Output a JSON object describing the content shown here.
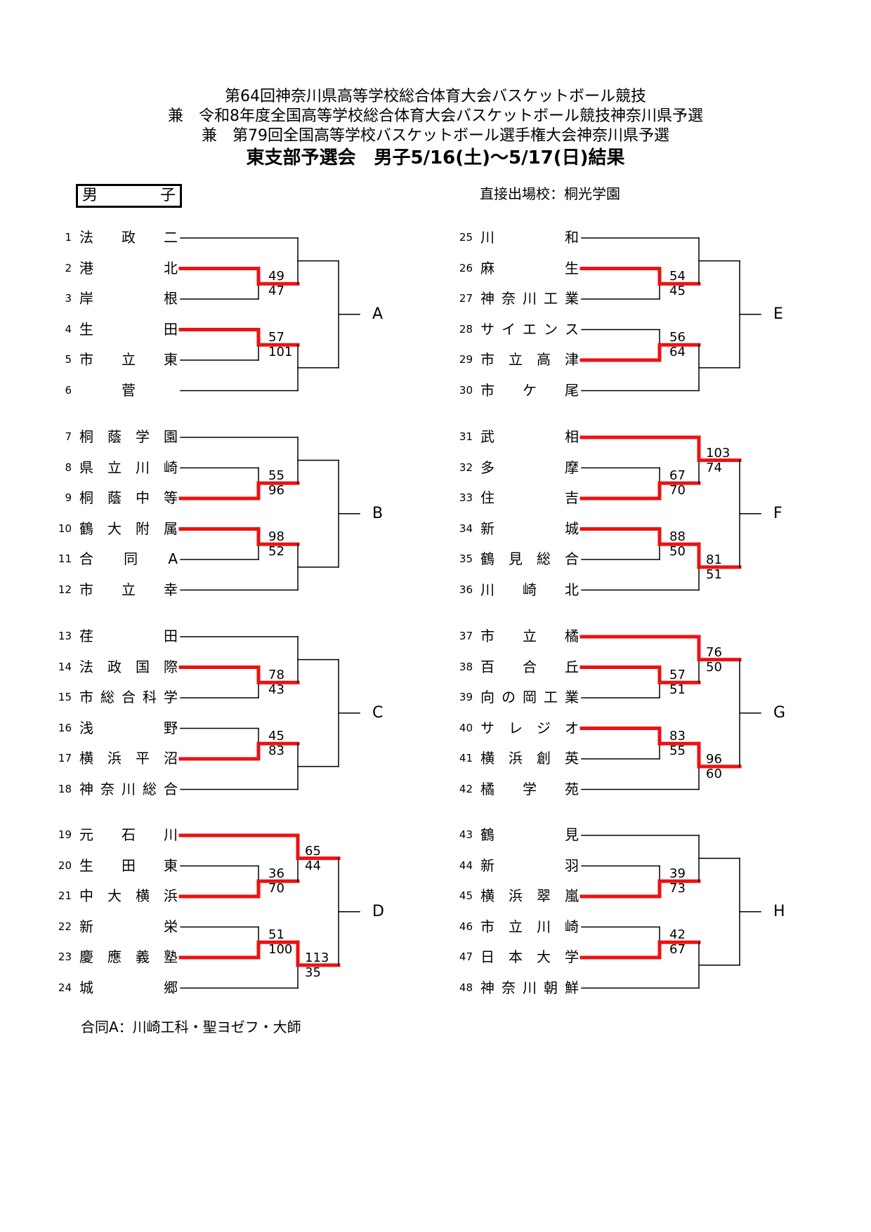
{
  "header": {
    "line1": "第64回神奈川県高等学校総合体育大会バスケットボール競技",
    "line2": "兼　令和8年度全国高等学校総合体育大会バスケットボール競技神奈川県予選",
    "line3": "兼　第79回全国高等学校バスケットボール選手権大会神奈川県予選",
    "main": "東支部予選会　男子5/16(土)～5/17(日)結果"
  },
  "gender_box": [
    "男",
    "子"
  ],
  "direct_entry": "直接出場校：桐光学園",
  "note": "合同A：川崎工科・聖ヨゼフ・大師",
  "colors": {
    "winner_line": "#ee1111",
    "line": "#000000"
  },
  "blocks": [
    {
      "label": "A",
      "teams": [
        {
          "num": "1",
          "name": "法　政　二"
        },
        {
          "num": "2",
          "name": "港　　　北"
        },
        {
          "num": "3",
          "name": "岸　　　根"
        },
        {
          "num": "4",
          "name": "生　　　田"
        },
        {
          "num": "5",
          "name": "市　立　東"
        },
        {
          "num": "6",
          "name": "菅"
        }
      ],
      "m1": [
        "49",
        "47"
      ],
      "m2": [
        "57",
        "101"
      ],
      "w1": "top",
      "w2": "top",
      "f": null,
      "fw": null
    },
    {
      "label": "B",
      "teams": [
        {
          "num": "7",
          "name": "桐蔭学園"
        },
        {
          "num": "8",
          "name": "県立川崎"
        },
        {
          "num": "9",
          "name": "桐蔭中等"
        },
        {
          "num": "10",
          "name": "鶴大附属"
        },
        {
          "num": "11",
          "name": "合　同　A"
        },
        {
          "num": "12",
          "name": "市　立　幸"
        }
      ],
      "m1": [
        "55",
        "96"
      ],
      "m2": [
        "98",
        "52"
      ],
      "w1": "bottom",
      "w2": "top",
      "f": null,
      "fw": null
    },
    {
      "label": "C",
      "teams": [
        {
          "num": "13",
          "name": "荏　　　田"
        },
        {
          "num": "14",
          "name": "法政国際"
        },
        {
          "num": "15",
          "name": "市総合科学"
        },
        {
          "num": "16",
          "name": "浅　　　野"
        },
        {
          "num": "17",
          "name": "横浜平沼"
        },
        {
          "num": "18",
          "name": "神奈川総合"
        }
      ],
      "m1": [
        "78",
        "43"
      ],
      "m2": [
        "45",
        "83"
      ],
      "w1": "top",
      "w2": "bottom",
      "f": null,
      "fw": null
    },
    {
      "label": "D",
      "teams": [
        {
          "num": "19",
          "name": "元　石　川"
        },
        {
          "num": "20",
          "name": "生　田　東"
        },
        {
          "num": "21",
          "name": "中大横浜"
        },
        {
          "num": "22",
          "name": "新　　　栄"
        },
        {
          "num": "23",
          "name": "慶應義塾"
        },
        {
          "num": "24",
          "name": "城　　　郷"
        }
      ],
      "m1": [
        "36",
        "70"
      ],
      "m2": [
        "51",
        "100"
      ],
      "w1": "bottom",
      "w2": "bottom",
      "f": {
        "top": [
          "65",
          "44"
        ],
        "bottom": [
          "113",
          "35"
        ]
      },
      "fw": "both"
    },
    {
      "label": "E",
      "teams": [
        {
          "num": "25",
          "name": "川　　　和"
        },
        {
          "num": "26",
          "name": "麻　　　生"
        },
        {
          "num": "27",
          "name": "神奈川工業"
        },
        {
          "num": "28",
          "name": "サイエンス"
        },
        {
          "num": "29",
          "name": "市立高津"
        },
        {
          "num": "30",
          "name": "市　ケ　尾"
        }
      ],
      "m1": [
        "54",
        "45"
      ],
      "m2": [
        "56",
        "64"
      ],
      "w1": "top",
      "w2": "bottom",
      "f": null,
      "fw": null
    },
    {
      "label": "F",
      "teams": [
        {
          "num": "31",
          "name": "武　　　相"
        },
        {
          "num": "32",
          "name": "多　　　摩"
        },
        {
          "num": "33",
          "name": "住　　　吉"
        },
        {
          "num": "34",
          "name": "新　　　城"
        },
        {
          "num": "35",
          "name": "鶴見総合"
        },
        {
          "num": "36",
          "name": "川　崎　北"
        }
      ],
      "m1": [
        "67",
        "70"
      ],
      "m2": [
        "88",
        "50"
      ],
      "w1": "bottom",
      "w2": "top",
      "f": {
        "top": [
          "103",
          "74"
        ],
        "bottom": [
          "81",
          "51"
        ]
      },
      "fw": "both"
    },
    {
      "label": "G",
      "teams": [
        {
          "num": "37",
          "name": "市　立　橘"
        },
        {
          "num": "38",
          "name": "百　合　丘"
        },
        {
          "num": "39",
          "name": "向の岡工業"
        },
        {
          "num": "40",
          "name": "サレジオ"
        },
        {
          "num": "41",
          "name": "横浜創英"
        },
        {
          "num": "42",
          "name": "橘　学　苑"
        }
      ],
      "m1": [
        "57",
        "51"
      ],
      "m2": [
        "83",
        "55"
      ],
      "w1": "top",
      "w2": "top",
      "f": {
        "top": [
          "76",
          "50"
        ],
        "bottom": [
          "96",
          "60"
        ]
      },
      "fw": "both"
    },
    {
      "label": "H",
      "teams": [
        {
          "num": "43",
          "name": "鶴　　　見"
        },
        {
          "num": "44",
          "name": "新　　　羽"
        },
        {
          "num": "45",
          "name": "横浜翠嵐"
        },
        {
          "num": "46",
          "name": "市立川崎"
        },
        {
          "num": "47",
          "name": "日本大学"
        },
        {
          "num": "48",
          "name": "神奈川朝鮮"
        }
      ],
      "m1": [
        "39",
        "73"
      ],
      "m2": [
        "42",
        "67"
      ],
      "w1": "bottom",
      "w2": "bottom",
      "f": null,
      "fw": null
    }
  ]
}
